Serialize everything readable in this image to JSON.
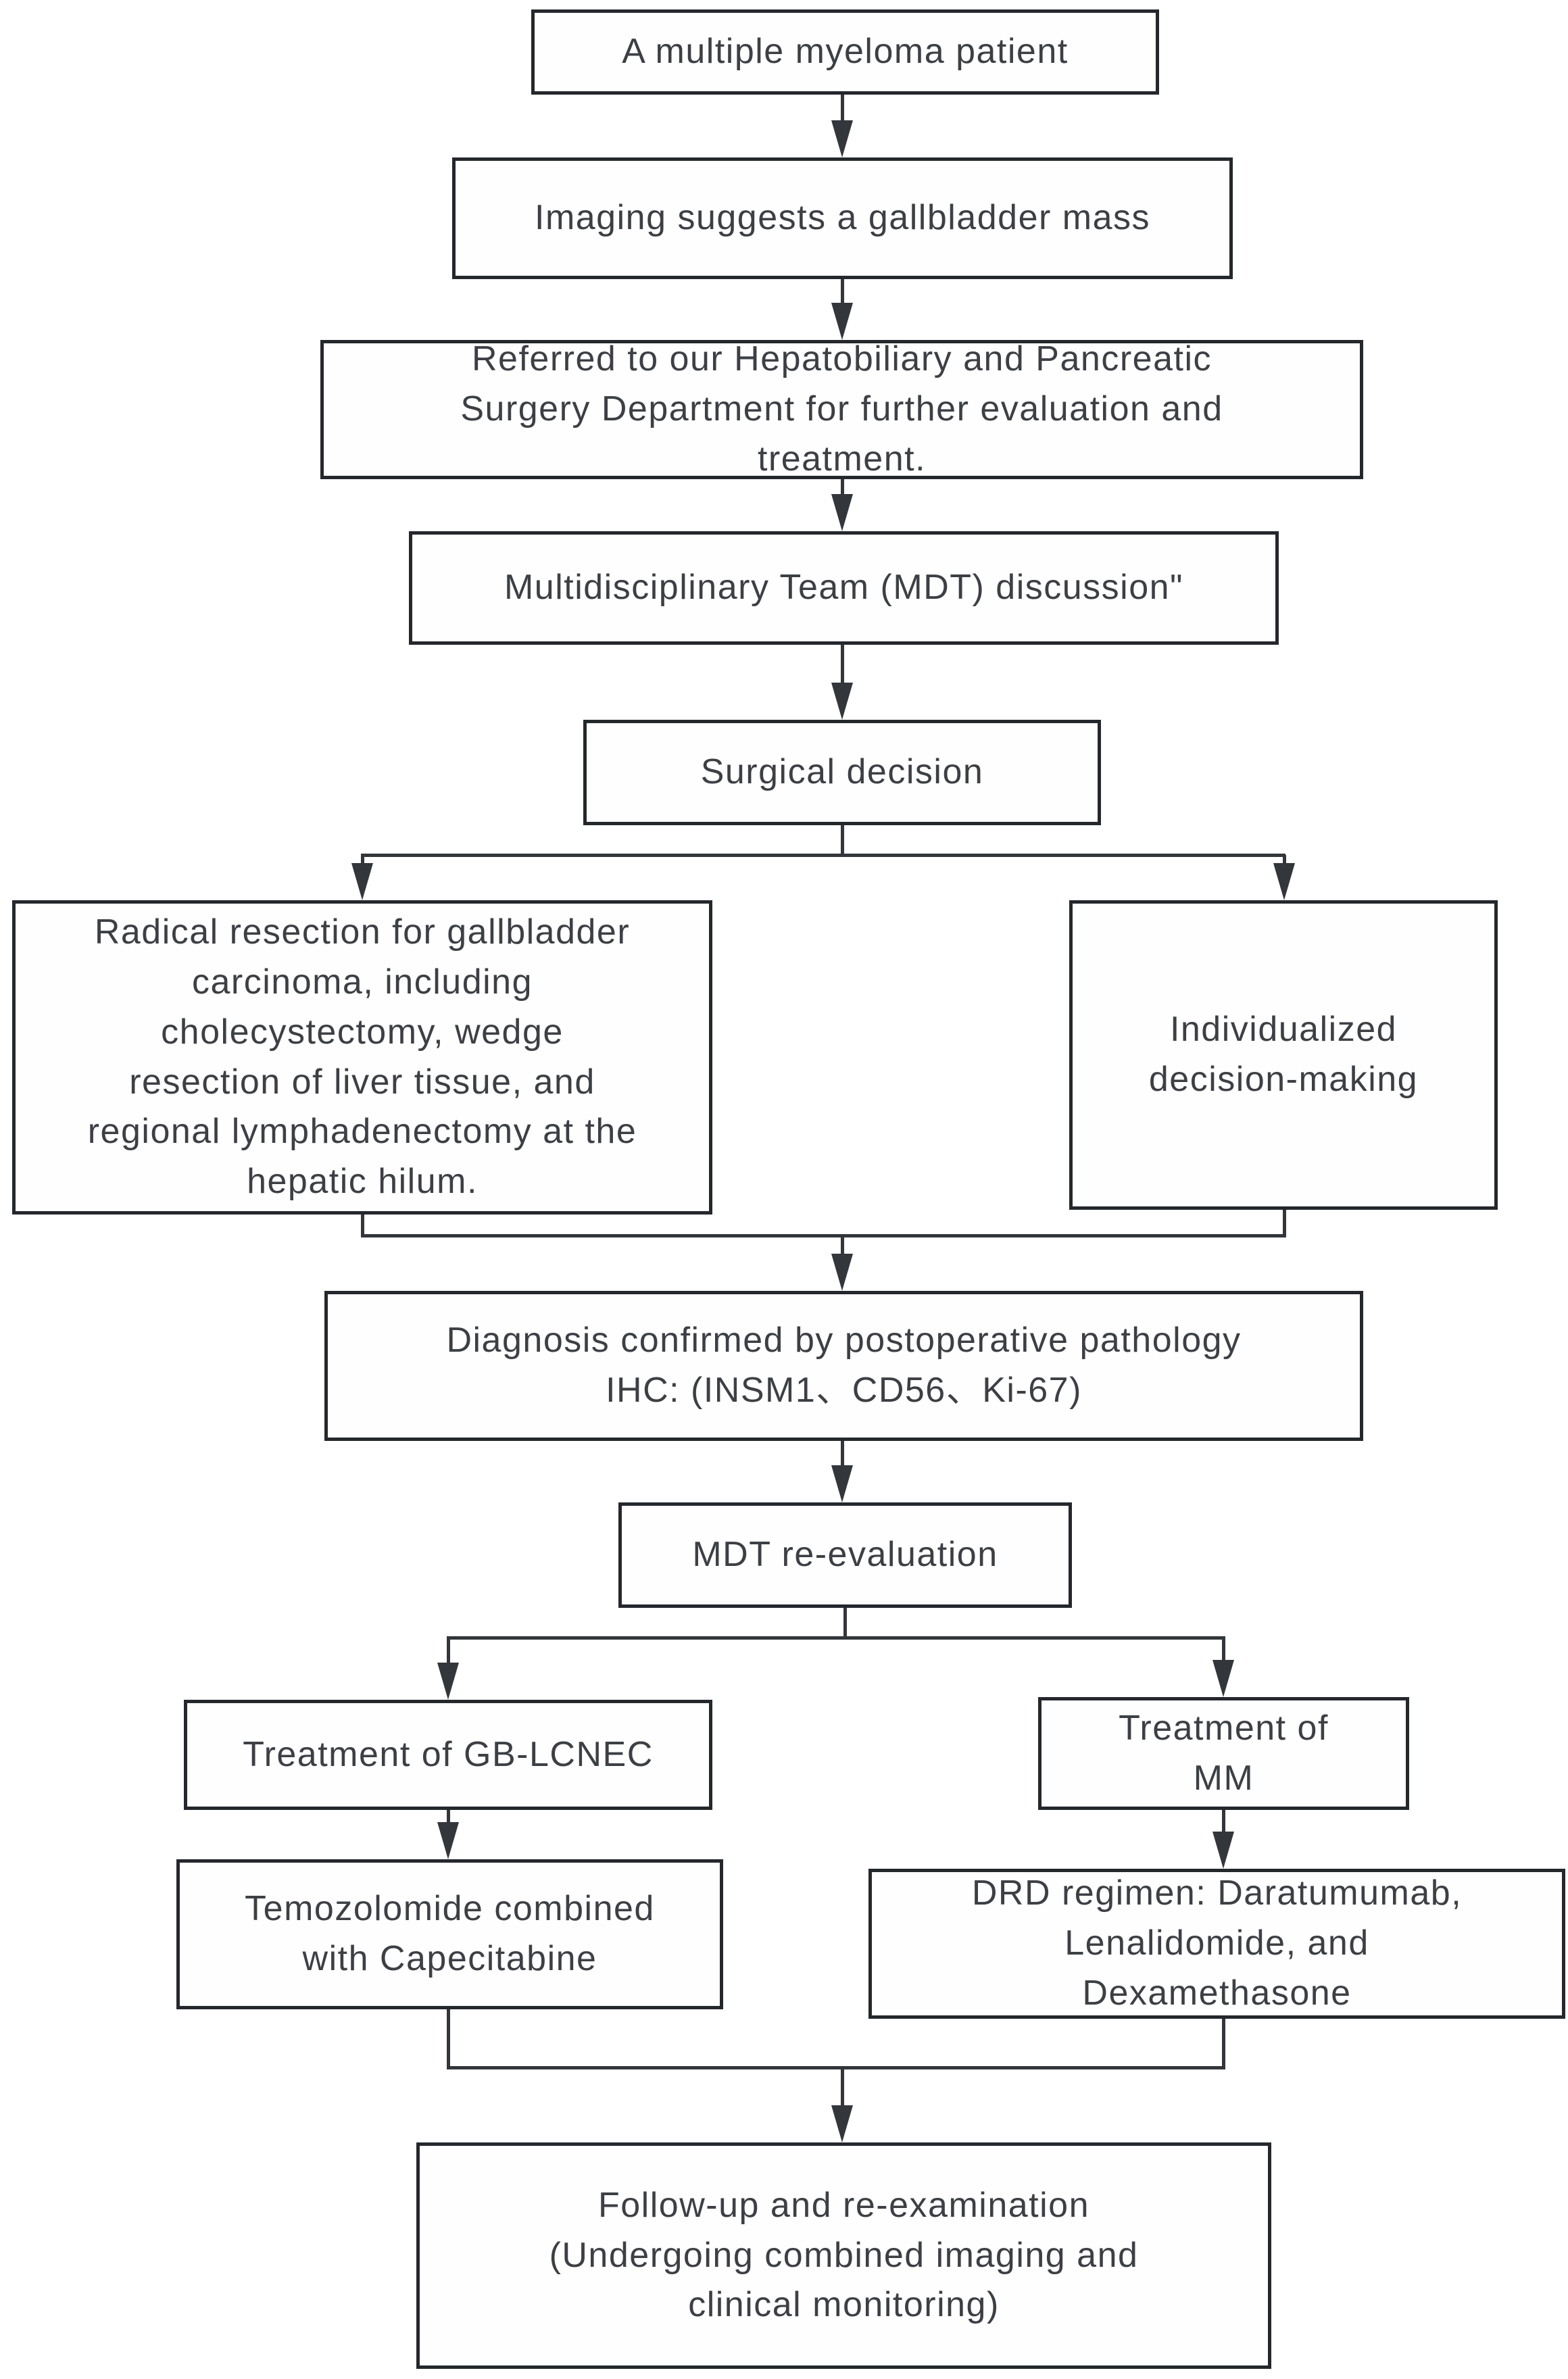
{
  "diagram": {
    "type": "flowchart",
    "colors": {
      "background": "#ffffff",
      "box_fill": "#fefefe",
      "box_border": "#24282d",
      "text": "#3c4045",
      "connector": "#33373b"
    },
    "nodes": {
      "n1": {
        "label": "A multiple myeloma patient",
        "lines": [
          "A multiple myeloma patient"
        ]
      },
      "n2": {
        "label": "Imaging suggests a gallbladder mass",
        "lines": [
          "Imaging suggests a gallbladder mass"
        ]
      },
      "n3": {
        "label": "Referred to our Hepatobiliary and Pancreatic Surgery Department for further evaluation and treatment.",
        "lines": [
          "Referred to our Hepatobiliary and Pancreatic",
          "Surgery Department for further evaluation and",
          "treatment."
        ]
      },
      "n4": {
        "label": "Multidisciplinary Team (MDT) discussion\"",
        "lines": [
          "Multidisciplinary Team (MDT) discussion\""
        ]
      },
      "n5": {
        "label": "Surgical decision",
        "lines": [
          "Surgical decision"
        ]
      },
      "n6": {
        "label": "Radical resection for gallbladder carcinoma, including cholecystectomy, wedge resection of liver tissue, and regional lymphadenectomy at the hepatic hilum.",
        "lines": [
          "Radical resection for gallbladder",
          "carcinoma, including",
          "cholecystectomy, wedge",
          "resection of liver tissue, and",
          "regional lymphadenectomy at the",
          "hepatic hilum."
        ]
      },
      "n7": {
        "label": "Individualized decision-making",
        "lines": [
          "Individualized",
          "decision-making"
        ]
      },
      "n8": {
        "label": "Diagnosis confirmed by postoperative pathology IHC: (INSM1、CD56、Ki-67)",
        "lines": [
          "Diagnosis confirmed by postoperative pathology",
          "IHC: (INSM1、CD56、Ki-67)"
        ]
      },
      "n9": {
        "label": "MDT re-evaluation",
        "lines": [
          "MDT re-evaluation"
        ]
      },
      "n10": {
        "label": "Treatment of GB-LCNEC",
        "lines": [
          "Treatment of GB-LCNEC"
        ]
      },
      "n11": {
        "label": "Treatment of MM",
        "lines": [
          "Treatment of",
          "MM"
        ]
      },
      "n12": {
        "label": "Temozolomide combined with Capecitabine",
        "lines": [
          "Temozolomide combined",
          "with Capecitabine"
        ]
      },
      "n13": {
        "label": "DRD regimen: Daratumumab, Lenalidomide, and Dexamethasone",
        "lines": [
          "DRD regimen: Daratumumab,",
          "Lenalidomide, and",
          "Dexamethasone"
        ]
      },
      "n14": {
        "label": "Follow-up and re-examination (Undergoing combined imaging and clinical monitoring)",
        "lines": [
          "Follow-up and re-examination",
          "(Undergoing combined imaging and",
          "clinical monitoring)"
        ]
      }
    },
    "edges": [
      {
        "from": "n1",
        "to": "n2"
      },
      {
        "from": "n2",
        "to": "n3"
      },
      {
        "from": "n3",
        "to": "n4"
      },
      {
        "from": "n4",
        "to": "n5"
      },
      {
        "from": "n5",
        "to": "n6"
      },
      {
        "from": "n5",
        "to": "n7"
      },
      {
        "from": "n6",
        "to": "n8"
      },
      {
        "from": "n7",
        "to": "n8"
      },
      {
        "from": "n8",
        "to": "n9"
      },
      {
        "from": "n9",
        "to": "n10"
      },
      {
        "from": "n9",
        "to": "n11"
      },
      {
        "from": "n10",
        "to": "n12"
      },
      {
        "from": "n11",
        "to": "n13"
      },
      {
        "from": "n12",
        "to": "n14"
      },
      {
        "from": "n13",
        "to": "n14"
      }
    ]
  }
}
